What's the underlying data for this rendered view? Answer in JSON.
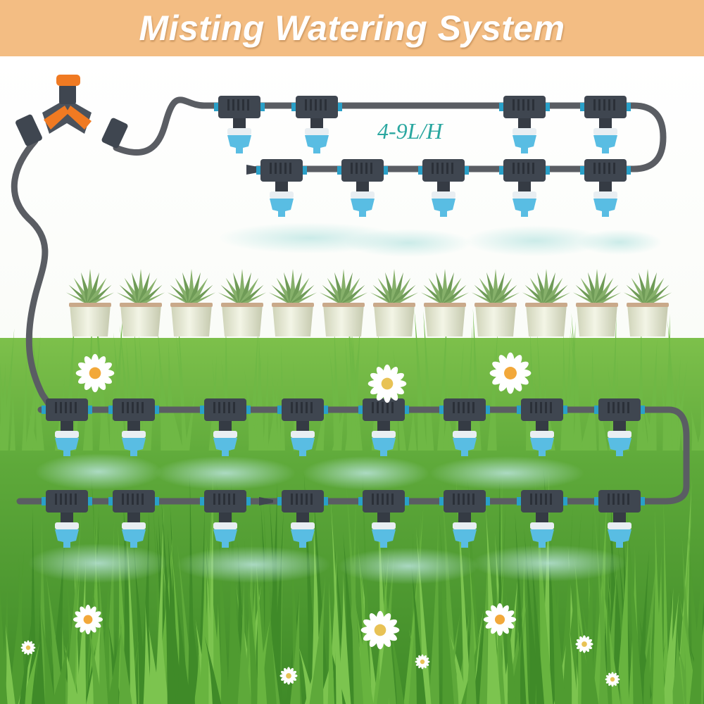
{
  "banner": {
    "title": "Misting Watering System"
  },
  "rate_label": "4-9L/H",
  "colors": {
    "banner": "#f3bd83",
    "hose": "#5a5d63",
    "tee_body": "#3f4650",
    "nozzle": "#59bde3",
    "valve_orange": "#f07a22",
    "grass": "#5ea93a",
    "aloe": "#6f9b57",
    "pot": "#e9ecd8"
  },
  "icons": [
    "y-splitter-valve-icon",
    "tee-connector-icon",
    "mist-nozzle-icon",
    "hose-end-plug-icon",
    "aloe-plant-icon",
    "daisy-flower-icon"
  ],
  "rows": [
    {
      "name": "upper-row-1",
      "nozzles": 4
    },
    {
      "name": "upper-row-2",
      "nozzles": 5
    },
    {
      "name": "lower-row-1",
      "nozzles": 8
    },
    {
      "name": "lower-row-2",
      "nozzles": 8
    }
  ],
  "potted_plants": 12
}
